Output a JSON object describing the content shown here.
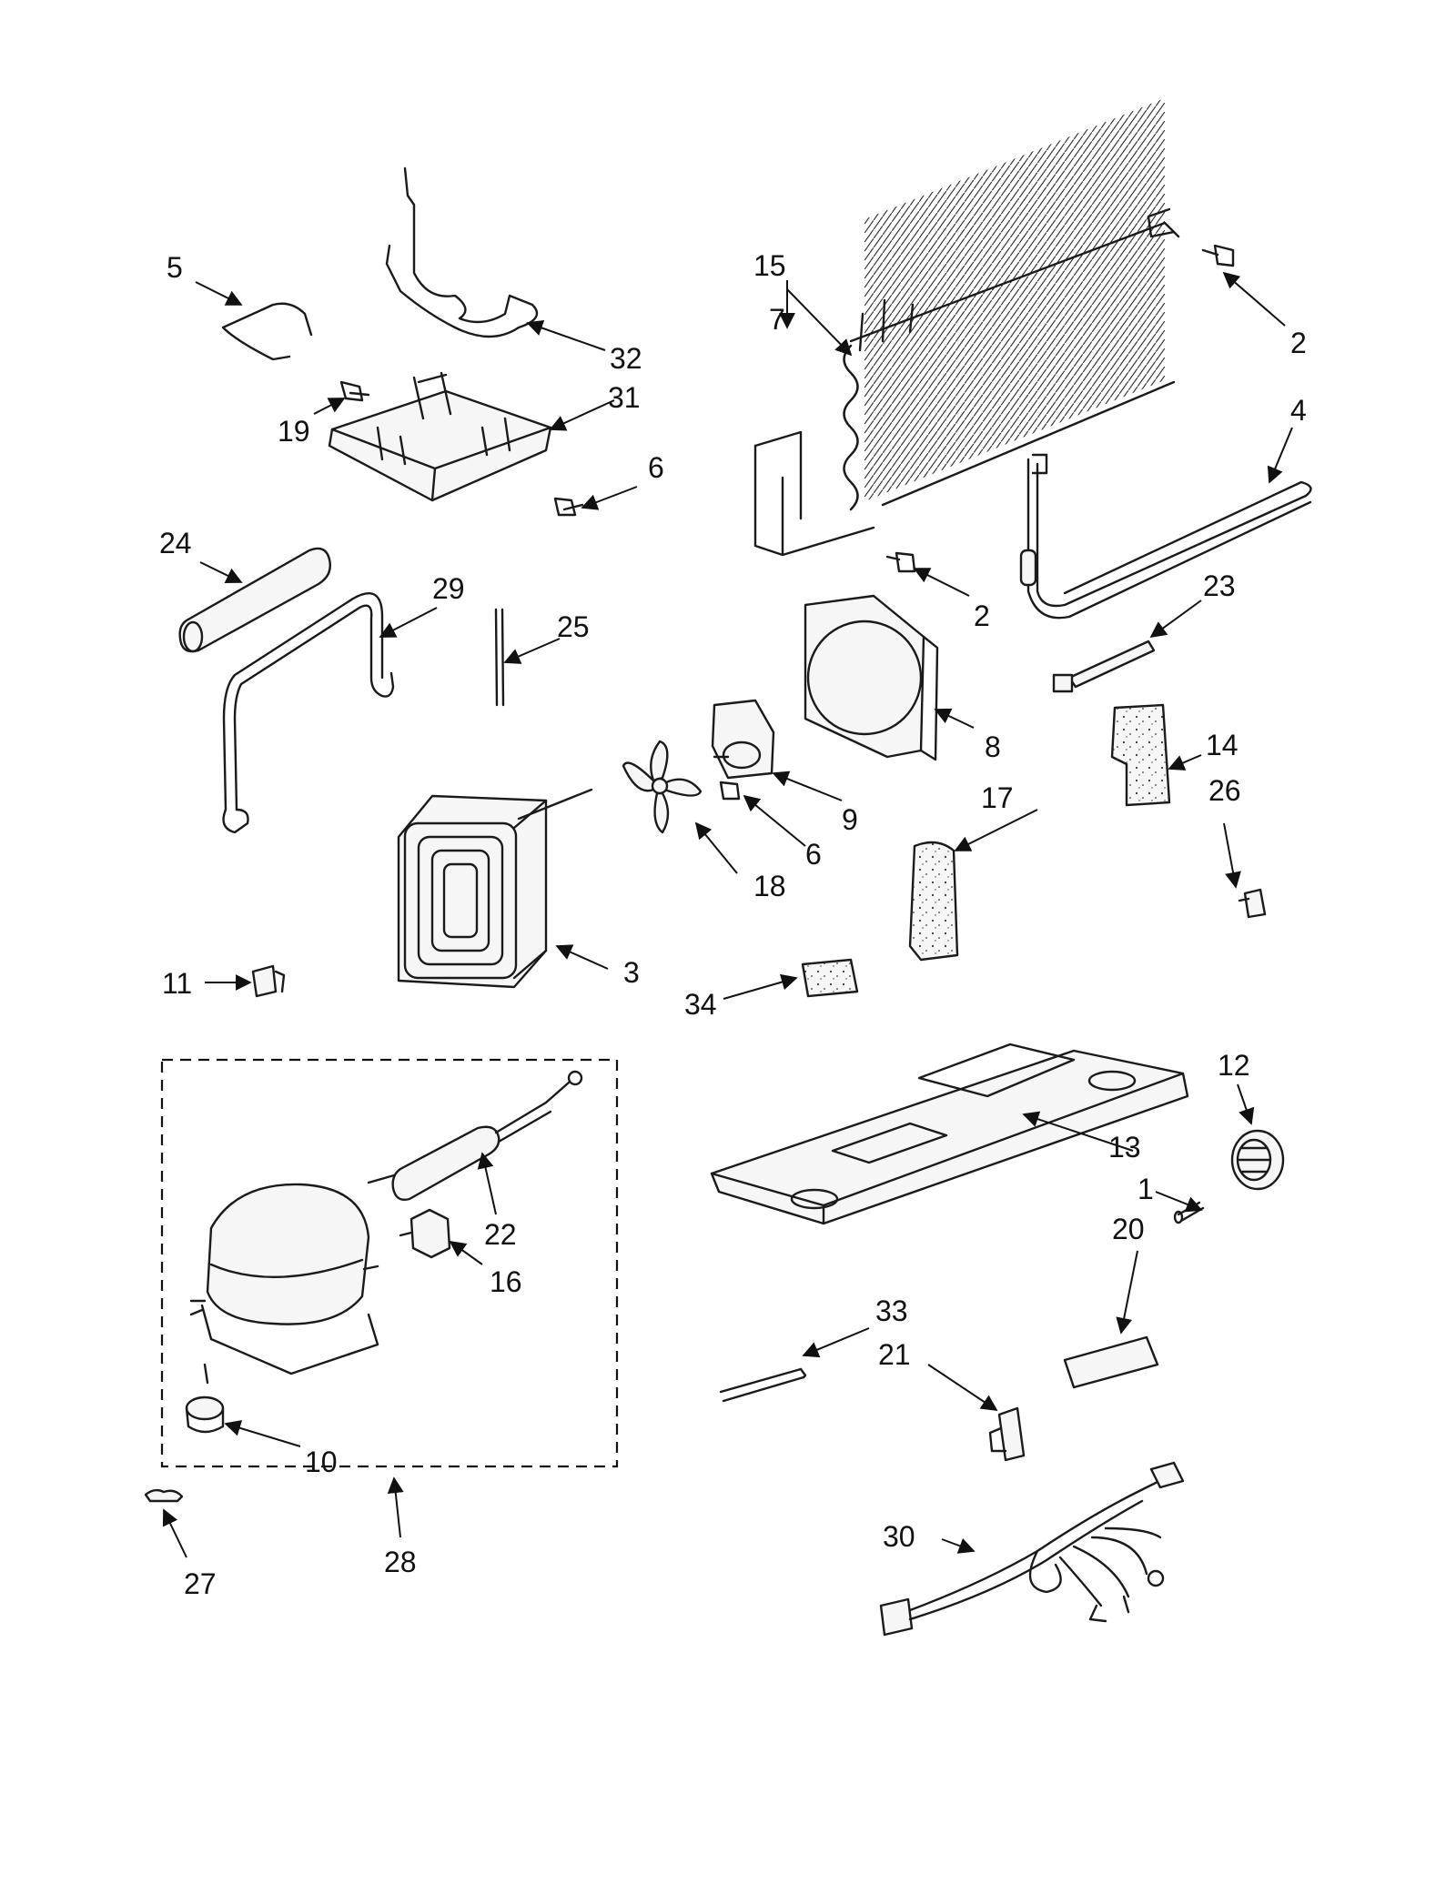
{
  "colors": {
    "line": "#1a1a1a",
    "paper": "#ffffff",
    "part_fill": "#f6f6f6"
  },
  "callouts": [
    "1",
    "2",
    "2",
    "3",
    "4",
    "5",
    "6",
    "6",
    "7",
    "8",
    "9",
    "10",
    "11",
    "12",
    "13",
    "14",
    "15",
    "16",
    "17",
    "18",
    "19",
    "20",
    "21",
    "22",
    "23",
    "24",
    "25",
    "26",
    "27",
    "28",
    "29",
    "30",
    "31",
    "32",
    "33",
    "34"
  ]
}
